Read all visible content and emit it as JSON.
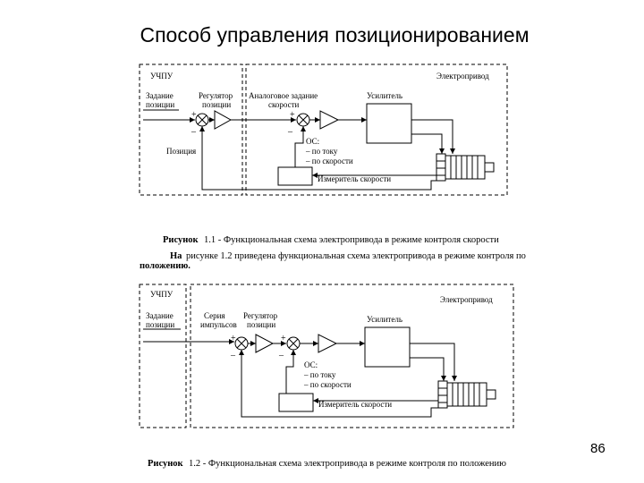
{
  "title": "Способ управления позиционированием",
  "page_number": "86",
  "fig1": {
    "cnc": "УЧПУ",
    "drive": "Электропривод",
    "setpoint_l1": "Задание",
    "setpoint_l2": "позиции",
    "regulator_l1": "Регулятор",
    "regulator_l2": "позиции",
    "analog_l1": "Аналоговое задание",
    "analog_l2": "скорости",
    "amplifier": "Усилитель",
    "position": "Позиция",
    "feedback_l1": "ОС:",
    "feedback_l2": "– по току",
    "feedback_l3": "– по скорости",
    "speed_meter": "Измеритель скорости",
    "caption_bold": "Рисунок",
    "caption_rest": "1.1 - Функциональная схема электропривода в режиме контроля скорости"
  },
  "paragraph": {
    "line1_bold": "На",
    "line1_rest": "рисунке 1.2 приведена функциональная схема электропривода в режиме контроля по",
    "line2_bold": "положению."
  },
  "fig2": {
    "cnc": "УЧПУ",
    "drive": "Электропривод",
    "setpoint_l1": "Задание",
    "setpoint_l2": "позиции",
    "series_l1": "Серия",
    "series_l2": "импульсов",
    "regulator_l1": "Регулятор",
    "regulator_l2": "позиции",
    "amplifier": "Усилитель",
    "feedback_l1": "ОС:",
    "feedback_l2": "– по току",
    "feedback_l3": "– по скорости",
    "speed_meter": "Измеритель скорости",
    "caption_bold": "Рисунок",
    "caption_rest": "1.2 - Функциональная схема электропривода в режиме контроля по положению"
  },
  "signs": {
    "plus": "+",
    "minus": "–"
  }
}
